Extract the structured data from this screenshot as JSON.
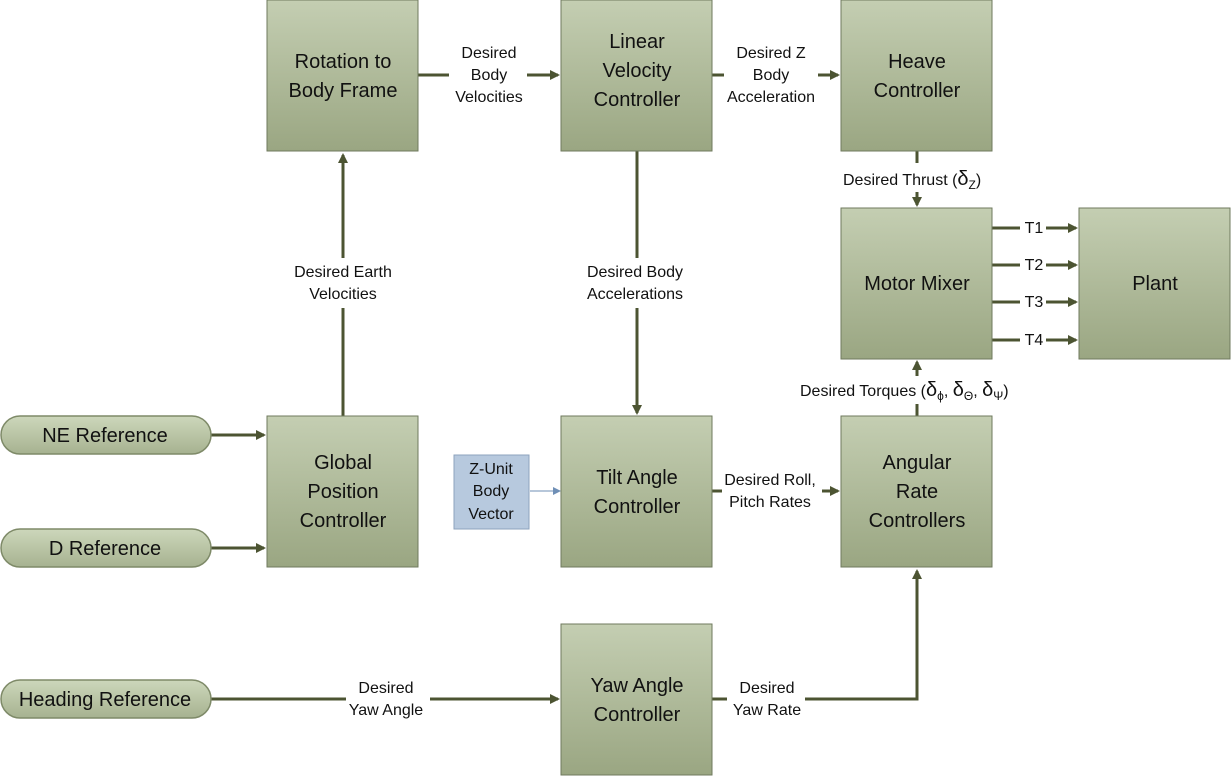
{
  "blocks": {
    "rotation": [
      "Rotation to",
      "Body Frame"
    ],
    "linear_velocity": [
      "Linear",
      "Velocity",
      "Controller"
    ],
    "heave": [
      "Heave",
      "Controller"
    ],
    "motor_mixer": [
      "Motor Mixer"
    ],
    "plant": [
      "Plant"
    ],
    "global_position": [
      "Global",
      "Position",
      "Controller"
    ],
    "tilt_angle": [
      "Tilt Angle",
      "Controller"
    ],
    "angular_rate": [
      "Angular",
      "Rate",
      "Controllers"
    ],
    "yaw_angle": [
      "Yaw Angle",
      "Controller"
    ]
  },
  "references": {
    "ne": "NE Reference",
    "d": "D Reference",
    "heading": "Heading Reference"
  },
  "z_unit": [
    "Z-Unit",
    "Body",
    "Vector"
  ],
  "labels": {
    "desired_body_velocities": [
      "Desired",
      "Body",
      "Velocities"
    ],
    "desired_z_body_accel": [
      "Desired Z",
      "Body",
      "Acceleration"
    ],
    "desired_earth_velocities": [
      "Desired Earth",
      "Velocities"
    ],
    "desired_body_accelerations": [
      "Desired Body",
      "Accelerations"
    ],
    "desired_roll_pitch": [
      "Desired Roll,",
      "Pitch Rates"
    ],
    "desired_yaw_angle": [
      "Desired",
      "Yaw Angle"
    ],
    "desired_yaw_rate": [
      "Desired",
      "Yaw Rate"
    ],
    "thrust": {
      "text": "Desired Thrust (",
      "delta": "δ",
      "sub": "Z",
      "close": ")"
    },
    "torques": {
      "text": "Desired Torques (",
      "delta": "δ",
      "subs": [
        "ϕ",
        "Θ",
        "Ψ"
      ],
      "sep": ", ",
      "close": ")"
    }
  },
  "thrusts": [
    "T1",
    "T2",
    "T3",
    "T4"
  ]
}
